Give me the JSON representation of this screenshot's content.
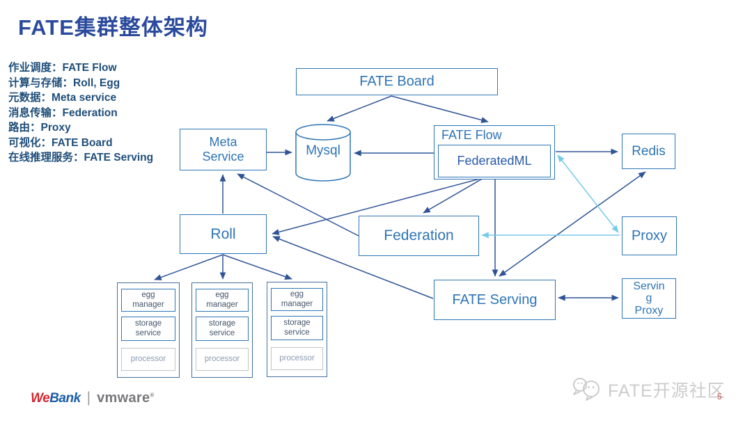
{
  "title": "FATE集群整体架构",
  "sidebar": {
    "items": [
      "作业调度：FATE Flow",
      "计算与存储：Roll, Egg",
      "元数据：Meta service",
      "消息传输：Federation",
      "路由：Proxy",
      "可视化：FATE Board",
      "在线推理服务：FATE Serving"
    ]
  },
  "nodes": {
    "fate_board": "FATE Board",
    "mysql": "Mysql",
    "meta_service": "Meta\nService",
    "fate_flow": "FATE Flow",
    "federated_ml": "FederatedML",
    "redis": "Redis",
    "roll": "Roll",
    "federation": "Federation",
    "proxy": "Proxy",
    "fate_serving": "FATE Serving",
    "serving_proxy": "Servin\ng\nProxy"
  },
  "egg_stack": {
    "egg_manager": "egg\nmanager",
    "storage_service": "storage\nservice",
    "processor": "processor"
  },
  "footer": {
    "webank_we": "We",
    "webank_bank": "Bank",
    "divider": "|",
    "vmware": "vmware",
    "trademark": "®",
    "watermark": "FATE开源社区",
    "page_number": "5"
  },
  "colors": {
    "box_border": "#2E75B6",
    "box_text": "#2E74B5",
    "title_navy": "#2B4A9C",
    "arrow_dark": "#2F5496",
    "arrow_light": "#76CBE9"
  }
}
